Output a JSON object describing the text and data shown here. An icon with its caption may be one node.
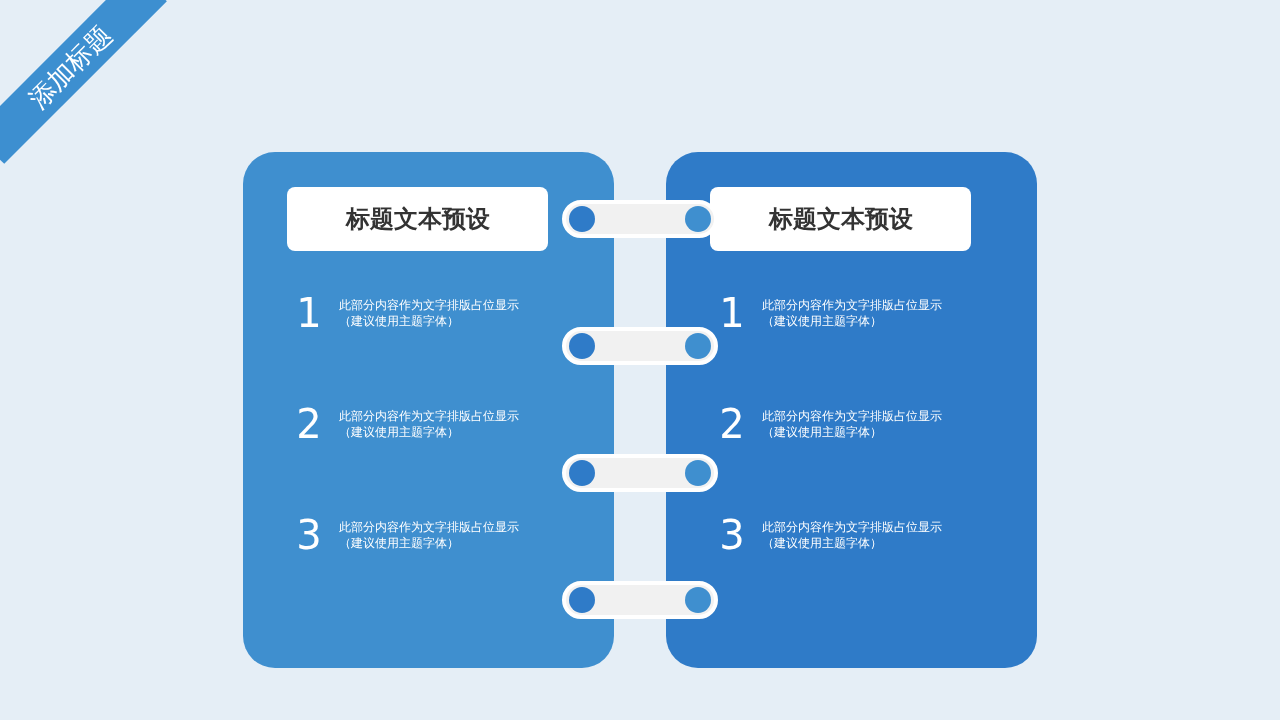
{
  "diagram": {
    "title": "添加标题",
    "nodes": [
      {
        "text": [
          "1",
          "此部分内容作为文字排版占位显示（建议使用主题字体）",
          "2",
          "此部分内容作为文字排版占位显示（建议使用主题字体）",
          "3",
          "此部分内容作为文字排版占位显示（建议使用主题字体）"
        ]
      },
      {
        "text": [
          "标题文本预设"
        ],
        "in": 0
      },
      {
        "text": [
          "1",
          "此部分内容作为文字排版占位显示（建议使用主题字体）",
          "2",
          "此部分内容作为文字排版占位显示（建议使用主题字体）",
          "3",
          "此部分内容作为文字排版占位显示（建议使用主题字体）"
        ]
      },
      {
        "text": [
          "标题文本预设"
        ],
        "in": 2
      }
    ],
    "edges": [
      {
        "from": 0,
        "to": 2,
        "arrow": "other"
      },
      {
        "from": 0,
        "to": 2,
        "arrow": "other"
      },
      {
        "from": 0,
        "to": 2,
        "arrow": "other"
      },
      {
        "from": 0,
        "to": 2,
        "arrow": "other"
      }
    ]
  }
}
